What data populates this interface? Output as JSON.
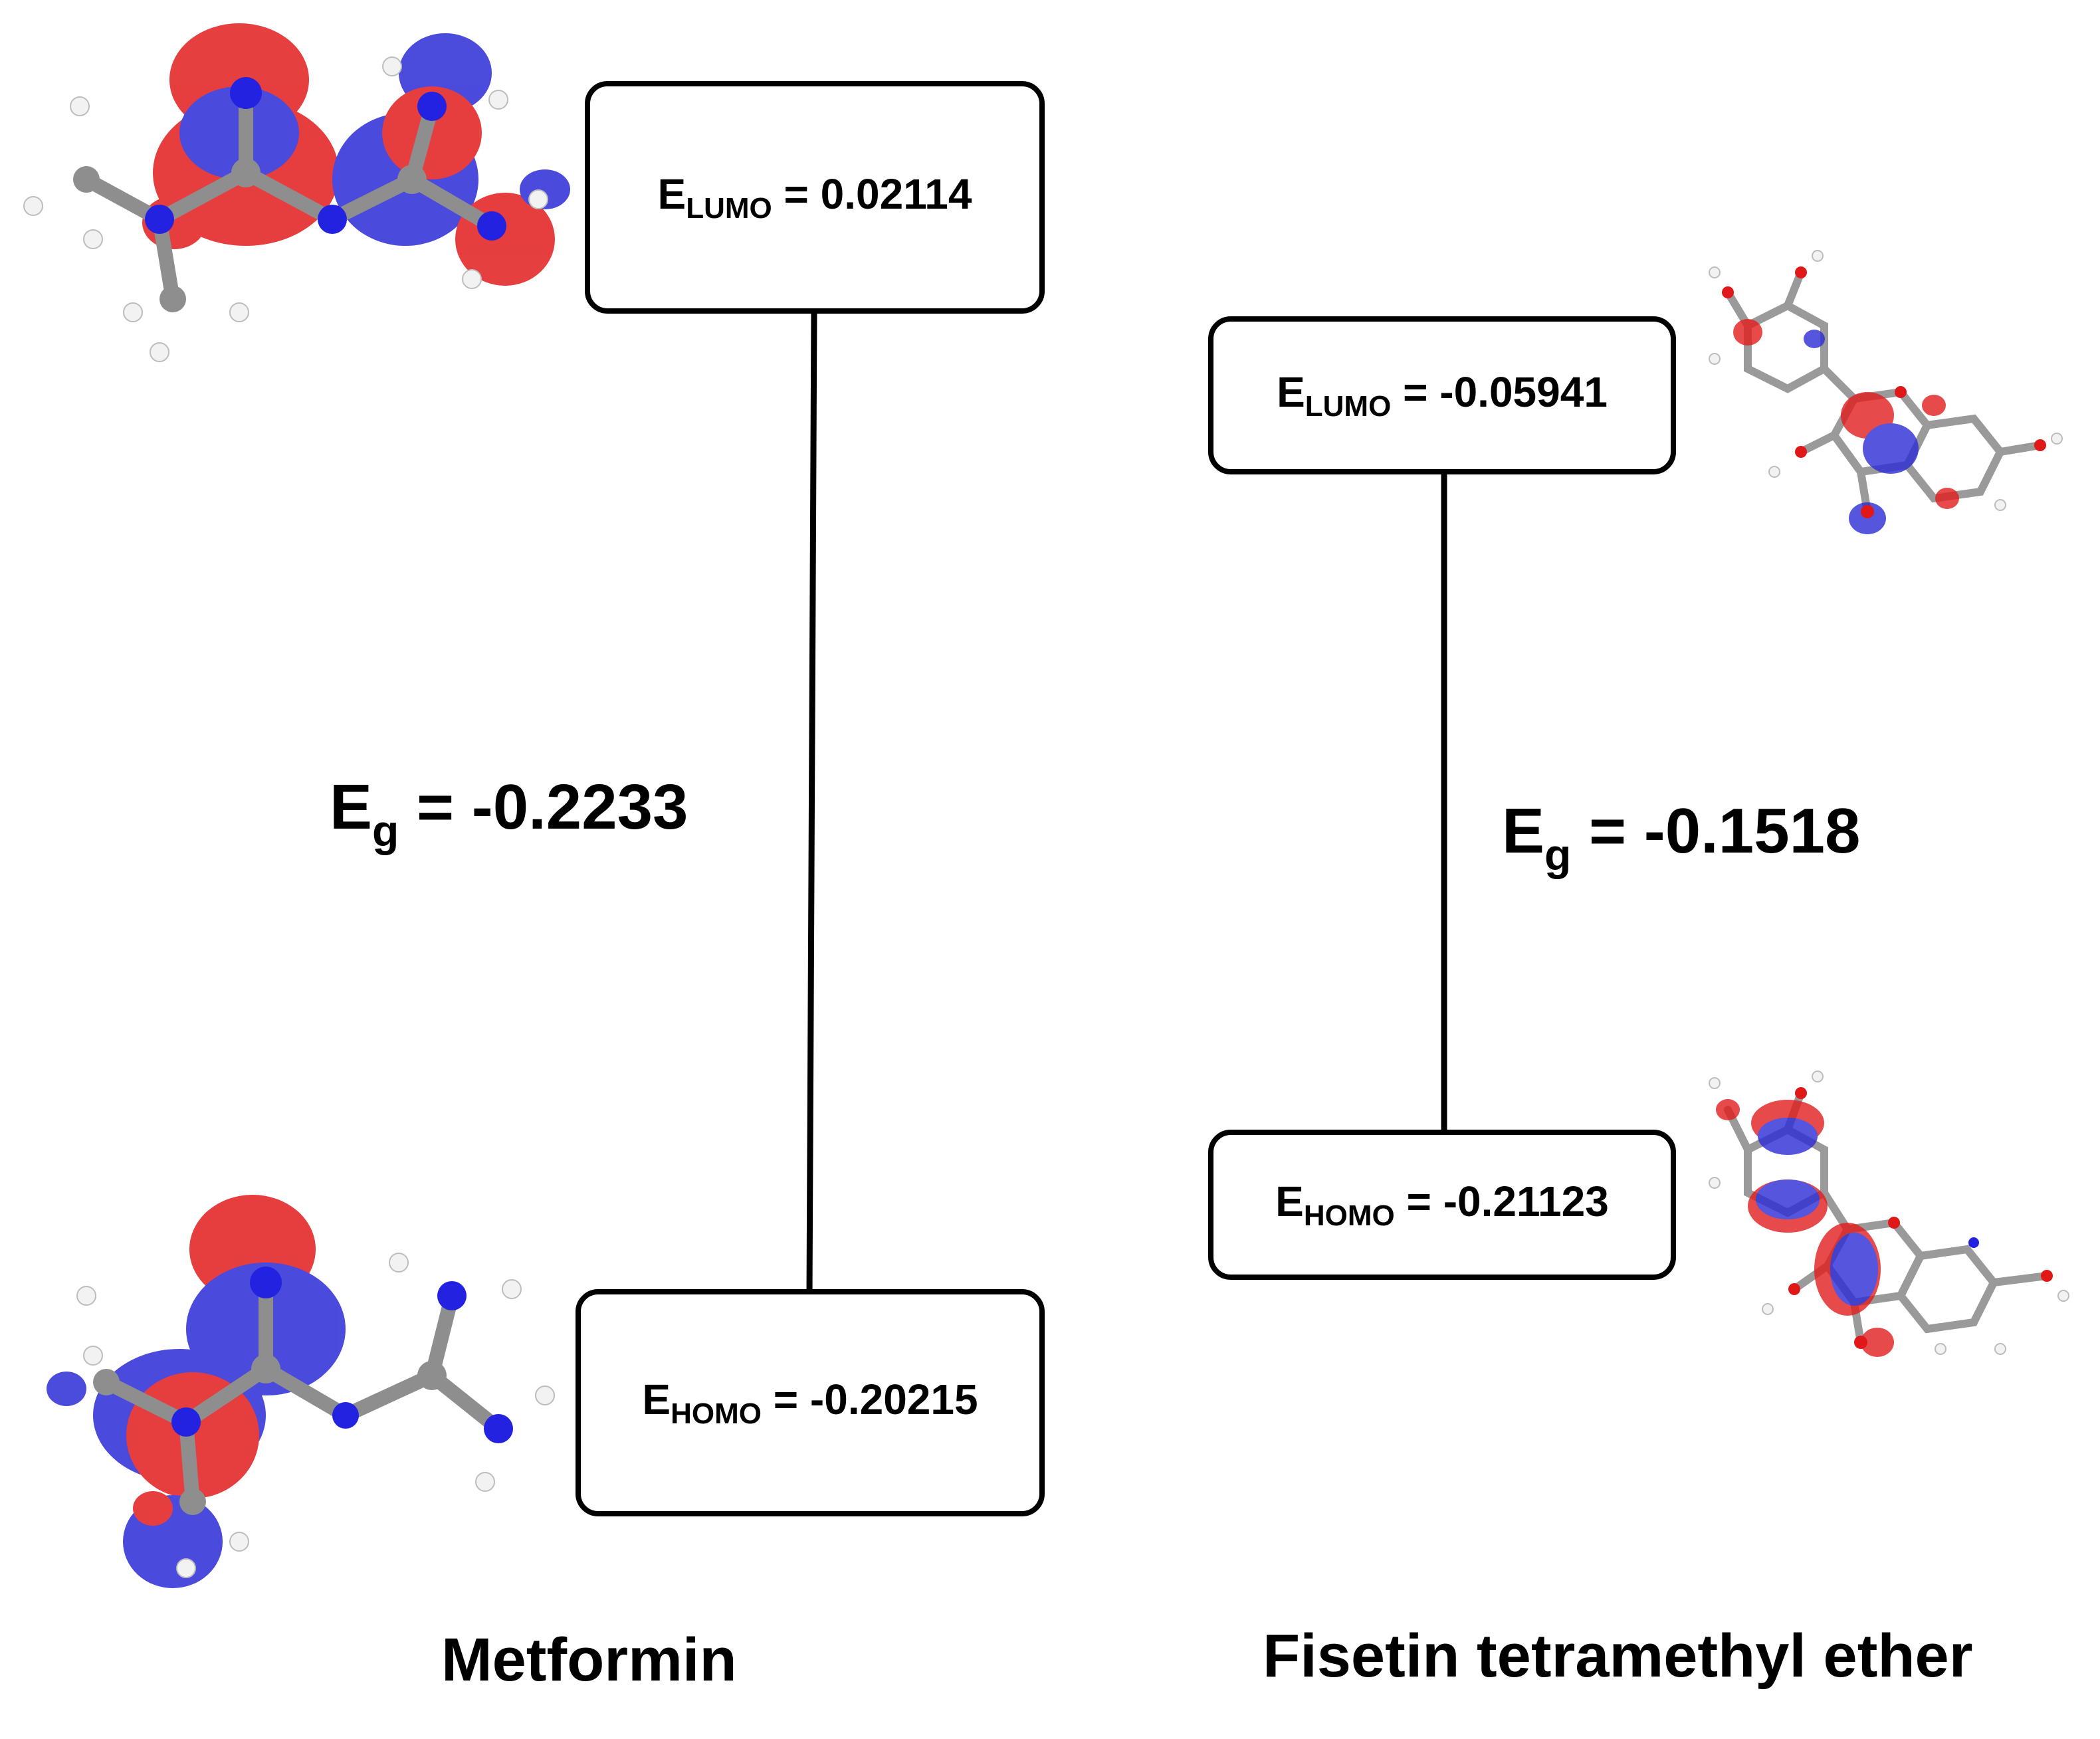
{
  "colors": {
    "lobe_red": "#e21d1d",
    "lobe_blue": "#2b2bd6",
    "carbon": "#8e8e8e",
    "nitrogen": "#2222e0",
    "oxygen": "#e01818",
    "hydrogen": "#f2f2f2",
    "line": "#000000"
  },
  "metformin": {
    "lumo_symbol": "E",
    "lumo_sub": "LUMO",
    "lumo_value": " = 0.02114",
    "homo_symbol": "E",
    "homo_sub": "HOMO",
    "homo_value": " = -0.20215",
    "gap_symbol": "E",
    "gap_sub": "g",
    "gap_value": " = -0.2233",
    "name": "Metformin"
  },
  "fisetin": {
    "lumo_symbol": "E",
    "lumo_sub": "LUMO",
    "lumo_value": " = -0.05941",
    "homo_symbol": "E",
    "homo_sub": "HOMO",
    "homo_value": " = -0.21123",
    "gap_symbol": "E",
    "gap_sub": "g",
    "gap_value": " = -0.1518",
    "name": "Fisetin tetramethyl ether"
  }
}
